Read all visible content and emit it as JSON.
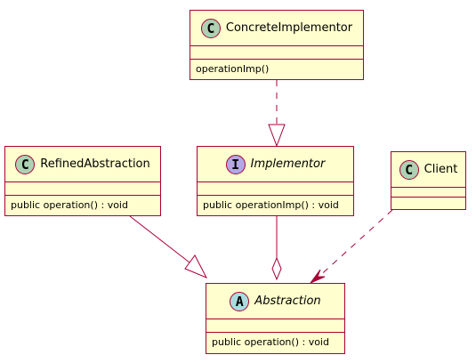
{
  "colors": {
    "class_fill": "#FEFECE",
    "border": "#A80036",
    "class_stereotype": "#ADD1B2",
    "interface_stereotype": "#B4A7E5",
    "abstract_stereotype": "#A9DCDF"
  },
  "classes": {
    "concrete_implementor": {
      "kind_letter": "C",
      "name": "ConcreteImplementor",
      "member": "operationImp()"
    },
    "refined_abstraction": {
      "kind_letter": "C",
      "name": "RefinedAbstraction",
      "member": "public operation() : void"
    },
    "implementor": {
      "kind_letter": "I",
      "name": "Implementor",
      "member": "public operationImp() : void"
    },
    "client": {
      "kind_letter": "C",
      "name": "Client"
    },
    "abstraction": {
      "kind_letter": "A",
      "name": "Abstraction",
      "member": "public operation() : void"
    }
  }
}
